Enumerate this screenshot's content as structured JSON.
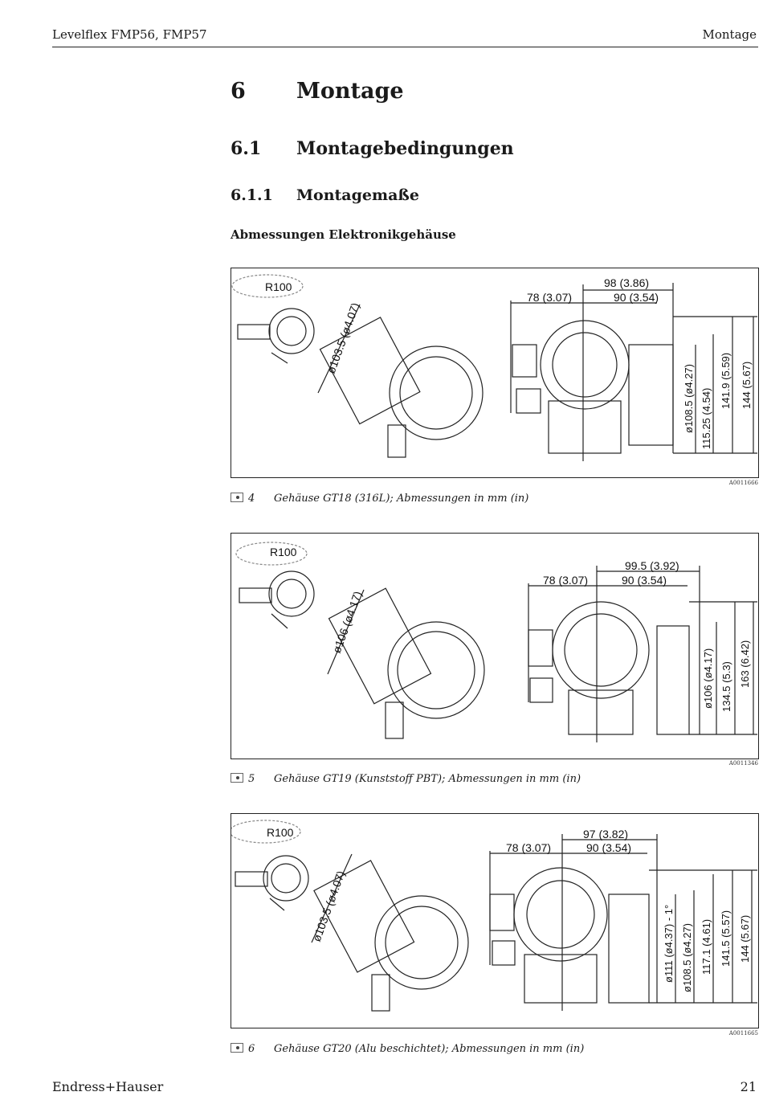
{
  "header": {
    "left": "Levelflex FMP56, FMP57",
    "right": "Montage"
  },
  "headings": {
    "h1": {
      "number": "6",
      "title": "Montage"
    },
    "h2": {
      "number": "6.1",
      "title": "Montagebedingungen"
    },
    "h3": {
      "number": "6.1.1",
      "title": "Montagemaße"
    },
    "h4": "Abmessungen Elektronikgehäuse"
  },
  "figures": [
    {
      "number": "4",
      "caption": "Gehäuse GT18 (316L); Abmessungen in mm (in)",
      "id": "A0011666",
      "radius": "R100",
      "diam_iso": "ø103.5 (ø4.07)",
      "dim_top": "98 (3.86)",
      "dim_left": "78 (3.07)",
      "dim_mid": "90 (3.54)",
      "vdims": [
        "ø108.5 (ø4.27)",
        "115.25 (4.54)",
        "141.9 (5.59)",
        "144 (5.67)"
      ]
    },
    {
      "number": "5",
      "caption": "Gehäuse GT19 (Kunststoff PBT); Abmessungen in mm (in)",
      "id": "A0011346",
      "radius": "R100",
      "diam_iso": "ø106 (ø4.17)",
      "dim_top": "99.5 (3.92)",
      "dim_left": "78 (3.07)",
      "dim_mid": "90 (3.54)",
      "vdims": [
        "ø106 (ø4.17)",
        "134.5 (5.3)",
        "163 (6.42)"
      ]
    },
    {
      "number": "6",
      "caption": "Gehäuse GT20 (Alu beschichtet); Abmessungen in mm (in)",
      "id": "A0011665",
      "radius": "R100",
      "diam_iso": "ø103.5 (ø4.07)",
      "dim_top": "97 (3.82)",
      "dim_left": "78 (3.07)",
      "dim_mid": "90 (3.54)",
      "vdims": [
        "ø111 (ø4.37) - 1°",
        "ø108.5 (ø4.27)",
        "117.1 (4.61)",
        "141.5 (5.57)",
        "144 (5.67)"
      ]
    }
  ],
  "footer": {
    "left": "Endress+Hauser",
    "right": "21"
  }
}
